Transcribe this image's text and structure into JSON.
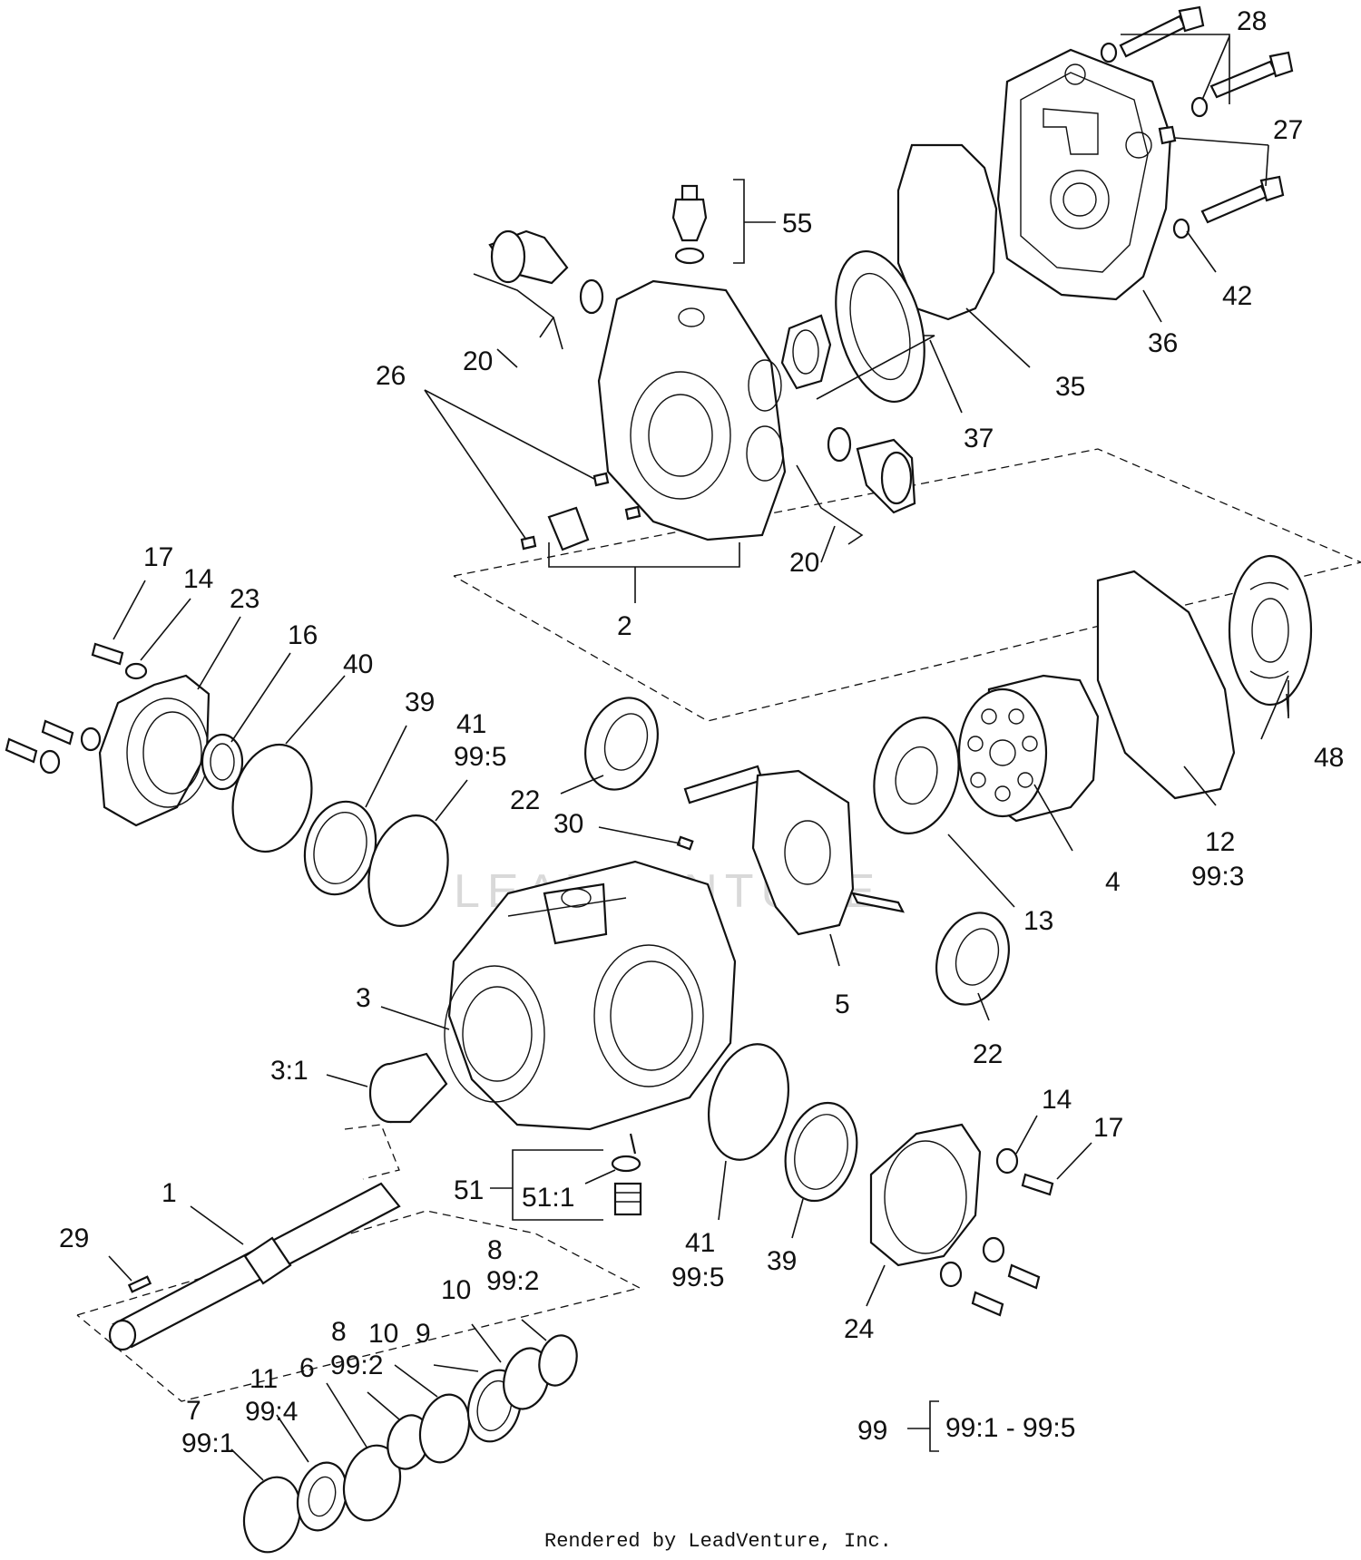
{
  "diagram": {
    "watermark": "LEADVENTURE",
    "footer": "Rendered by LeadVenture, Inc.",
    "labels": {
      "l28": "28",
      "l27": "27",
      "l55": "55",
      "l42": "42",
      "l36": "36",
      "l35": "35",
      "l37": "37",
      "l20a": "20",
      "l26": "26",
      "l20b": "20",
      "l2": "2",
      "l17a": "17",
      "l14a": "14",
      "l23": "23",
      "l16": "16",
      "l40": "40",
      "l39a": "39",
      "l41a": "41",
      "l41a_sub": "99:5",
      "l22a": "22",
      "l30": "30",
      "l4": "4",
      "l48": "48",
      "l12": "12",
      "l12_sub": "99:3",
      "l13": "13",
      "l5": "5",
      "l22b": "22",
      "l3": "3",
      "l3_1": "3:1",
      "l14b": "14",
      "l17b": "17",
      "l51": "51",
      "l51_1": "51:1",
      "l1": "1",
      "l29": "29",
      "l41b": "41",
      "l41b_sub": "99:5",
      "l39b": "39",
      "l24": "24",
      "l8a": "8",
      "l8a_sub": "99:2",
      "l10a": "10",
      "l9": "9",
      "l10b": "10",
      "l8b": "8",
      "l8b_sub": "99:2",
      "l6": "6",
      "l11": "11",
      "l11_sub": "99:4",
      "l7": "7",
      "l7_sub": "99:1",
      "l99": "99",
      "l99_range": "99:1 - 99:5"
    }
  }
}
